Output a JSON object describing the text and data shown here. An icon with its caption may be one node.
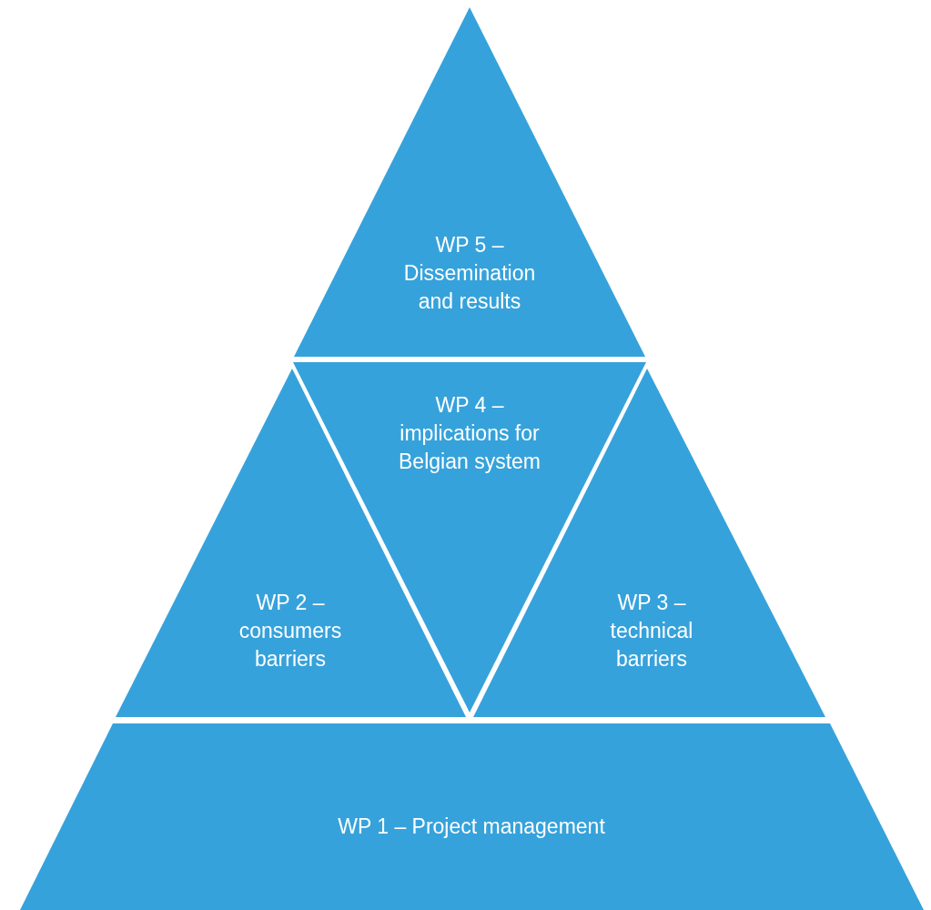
{
  "diagram": {
    "nodes": [
      {
        "text": [
          "WP 5 – Dissemination and results"
        ]
      },
      {
        "text": [
          "WP 4 – implications for Belgian system"
        ]
      },
      {
        "text": [
          "WP 2 – consumers barriers"
        ]
      },
      {
        "text": [
          "WP 3 – technical barriers"
        ]
      },
      {
        "text": [
          "WP 1 – Project management"
        ]
      }
    ]
  }
}
